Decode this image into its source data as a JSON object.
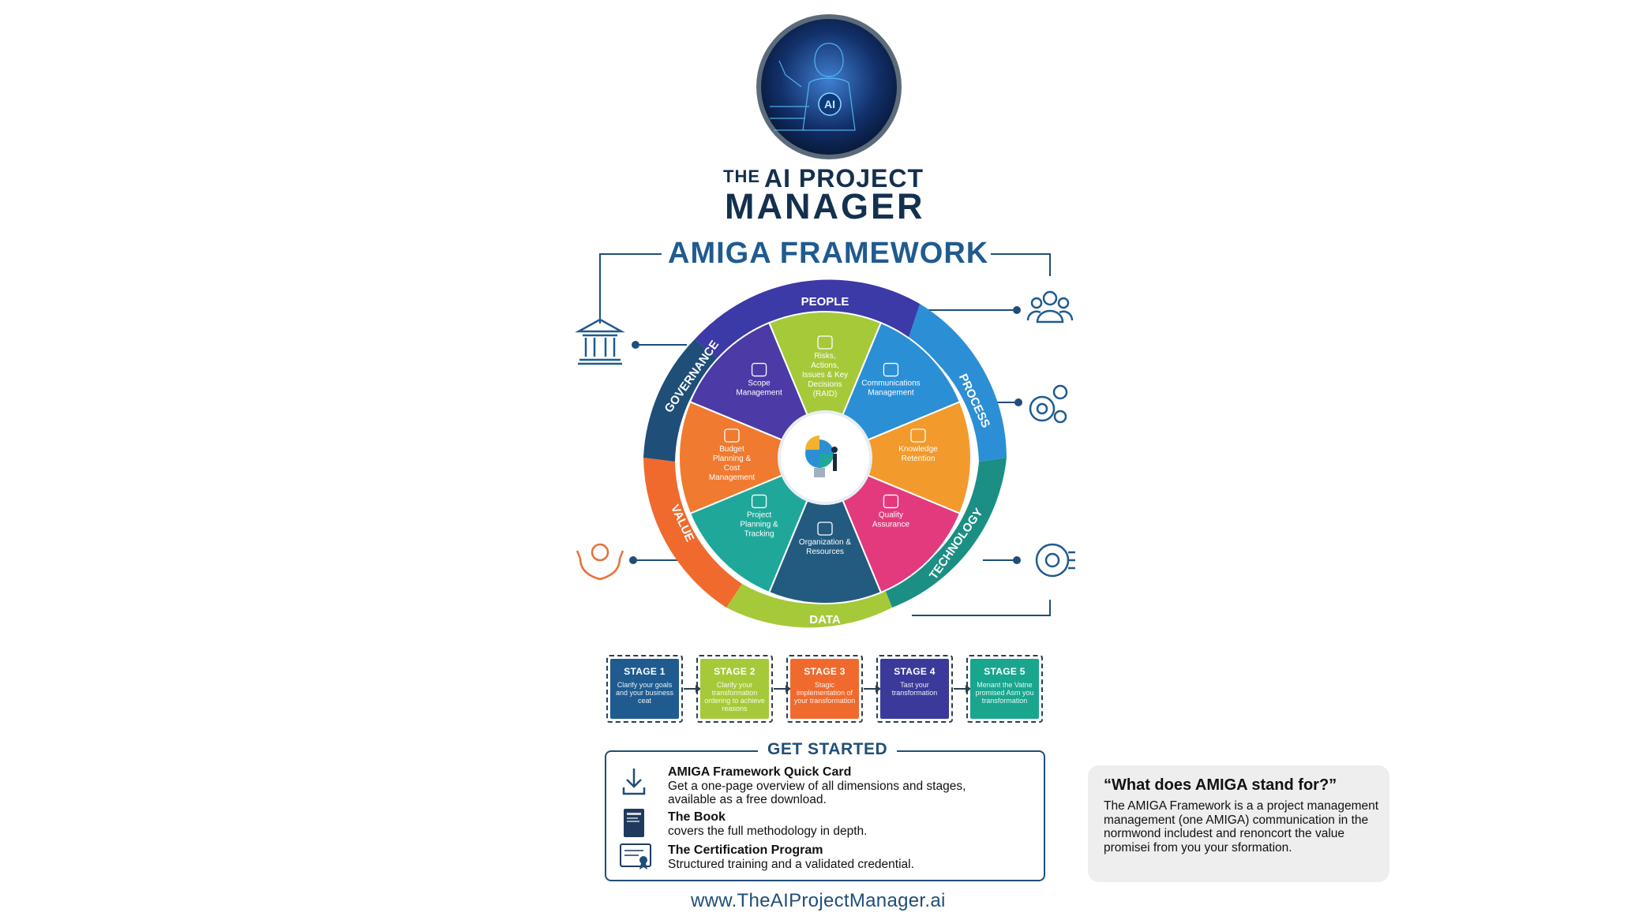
{
  "brand": {
    "line1_small": "THE",
    "line1_big": "AI PROJECT",
    "line2": "MANAGER",
    "logo_badge": "AI"
  },
  "framework": {
    "title": "AMIGA FRAMEWORK",
    "outer_ring": [
      "PEOPLE",
      "PROCESS",
      "TECHNOLOGY",
      "DATA",
      "VALUE",
      "GOVERNANCE"
    ],
    "segments": [
      {
        "label": "Risks, Actions, Issues & Key Decisions (RAID)",
        "color": "#a6c93a"
      },
      {
        "label": "Communications Management",
        "color": "#2b8fd6"
      },
      {
        "label": "Knowledge Retention",
        "color": "#f39a2d"
      },
      {
        "label": "Quality Assurance",
        "color": "#e23a7d"
      },
      {
        "label": "Organization & Resources",
        "color": "#235a80"
      },
      {
        "label": "Project Planning & Tracking",
        "color": "#1fa89a"
      },
      {
        "label": "Budget Planning & Cost Management",
        "color": "#f07a30"
      },
      {
        "label": "Scope Management",
        "color": "#4c3aa6"
      }
    ],
    "side_icons": [
      "building-icon",
      "people-icon",
      "gears-icon",
      "tech-gear-icon",
      "hands-award-icon"
    ]
  },
  "stages": [
    {
      "title": "STAGE 1",
      "text": "Clarify your goals and your business ceat",
      "color": "#1f5b8f"
    },
    {
      "title": "STAGE 2",
      "text": "Clarify your transformation ordering to achieve reasons",
      "color": "#a6c93a"
    },
    {
      "title": "STAGE 3",
      "text": "Stagic implementation of your transformation",
      "color": "#f06a2e"
    },
    {
      "title": "STAGE 4",
      "text": "Tast your transformation",
      "color": "#3b3a9a"
    },
    {
      "title": "STAGE 5",
      "text": "Menant the Vatne promised Asm you transformation",
      "color": "#1aa58f"
    }
  ],
  "get_started": {
    "title": "GET STARTED",
    "items": [
      {
        "head": "AMIGA Framework Quick Card",
        "text": "Get a one-page overview of all dimensions and stages, available as a free download."
      },
      {
        "head": "The Book",
        "text": "covers the full methodology in depth."
      },
      {
        "head": "The Certification Program",
        "text": "Structured training and a validated credential."
      }
    ]
  },
  "website": "www.TheAIProjectManager.ai",
  "callout": {
    "question": "“What does AMIGA stand for?”",
    "answer": "The AMIGA Framework is a a project management management (one AMIGA) communication in the normwond includest and renoncort the value promisei from you your sformation."
  }
}
